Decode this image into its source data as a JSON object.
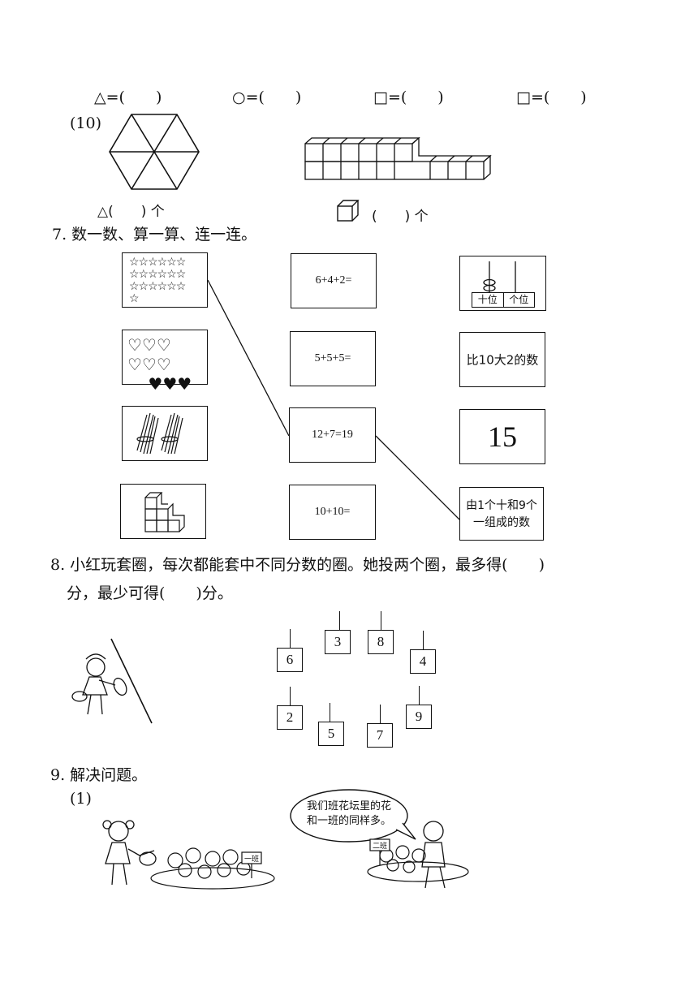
{
  "q6": {
    "row9": [
      "△=(　　)",
      "○=(　　)",
      "□=(　　)",
      "□=(　　)"
    ],
    "num10": "(10)",
    "tri_blank": "△(　　) 个",
    "cube_blank": "(　　) 个"
  },
  "q7": {
    "title": "7. 数一数、算一算、连一连。",
    "mid": [
      "6+4+2=",
      "5+5+5=",
      "12+7=19",
      "10+10="
    ],
    "abacus_labels": [
      "十位",
      "个位"
    ],
    "right2": "比10大2的数",
    "right3": "15",
    "right4": [
      "由1个十和9个",
      "一组成的数"
    ]
  },
  "q8": {
    "line1": "8. 小红玩套圈，每次都能套中不同分数的圈。她投两个圈，最多得(　　)",
    "line2": "分，最少可得(　　)分。",
    "rings": [
      "3",
      "8",
      "6",
      "4",
      "2",
      "9",
      "5",
      "7"
    ]
  },
  "q9": {
    "title": "9. 解决问题。",
    "num1": "(1)",
    "bubble": [
      "我们班花坛里的花",
      "和一班的同样多。"
    ],
    "sign1": "一班",
    "sign2": "二班"
  }
}
